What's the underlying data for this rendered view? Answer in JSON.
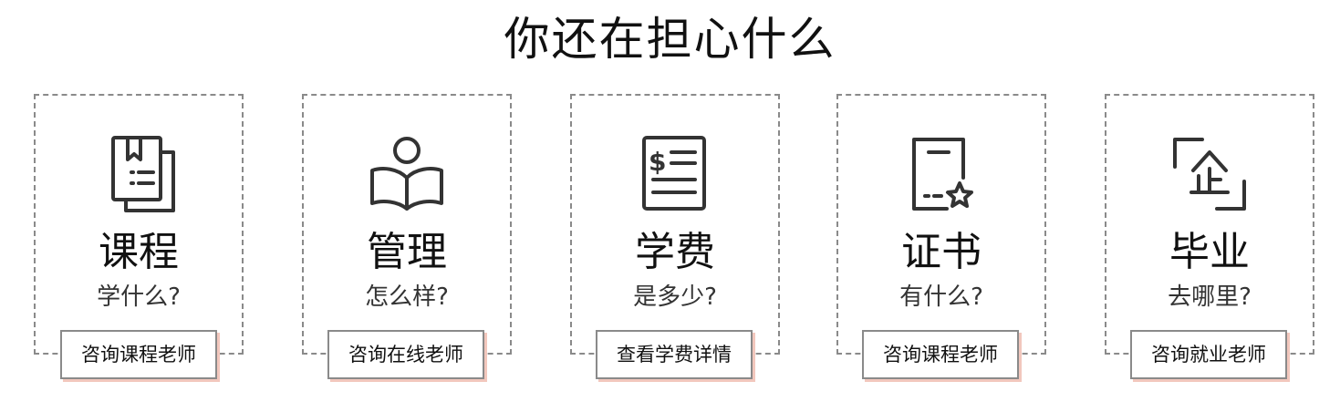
{
  "page": {
    "title": "你还在担心什么"
  },
  "cards": [
    {
      "icon": "books-icon",
      "title": "课程",
      "subtitle": "学什么?",
      "button": "咨询课程老师"
    },
    {
      "icon": "reading-person-icon",
      "title": "管理",
      "subtitle": "怎么样?",
      "button": "咨询在线老师"
    },
    {
      "icon": "fee-document-icon",
      "title": "学费",
      "subtitle": "是多少?",
      "button": "查看学费详情"
    },
    {
      "icon": "certificate-icon",
      "title": "证书",
      "subtitle": "有什么?",
      "button": "咨询课程老师"
    },
    {
      "icon": "enterprise-icon",
      "title": "毕业",
      "subtitle": "去哪里?",
      "button": "咨询就业老师"
    }
  ],
  "colors": {
    "stroke": "#333333",
    "dashed_border": "#8a8a8a",
    "button_shadow": "#f2c7bd"
  }
}
